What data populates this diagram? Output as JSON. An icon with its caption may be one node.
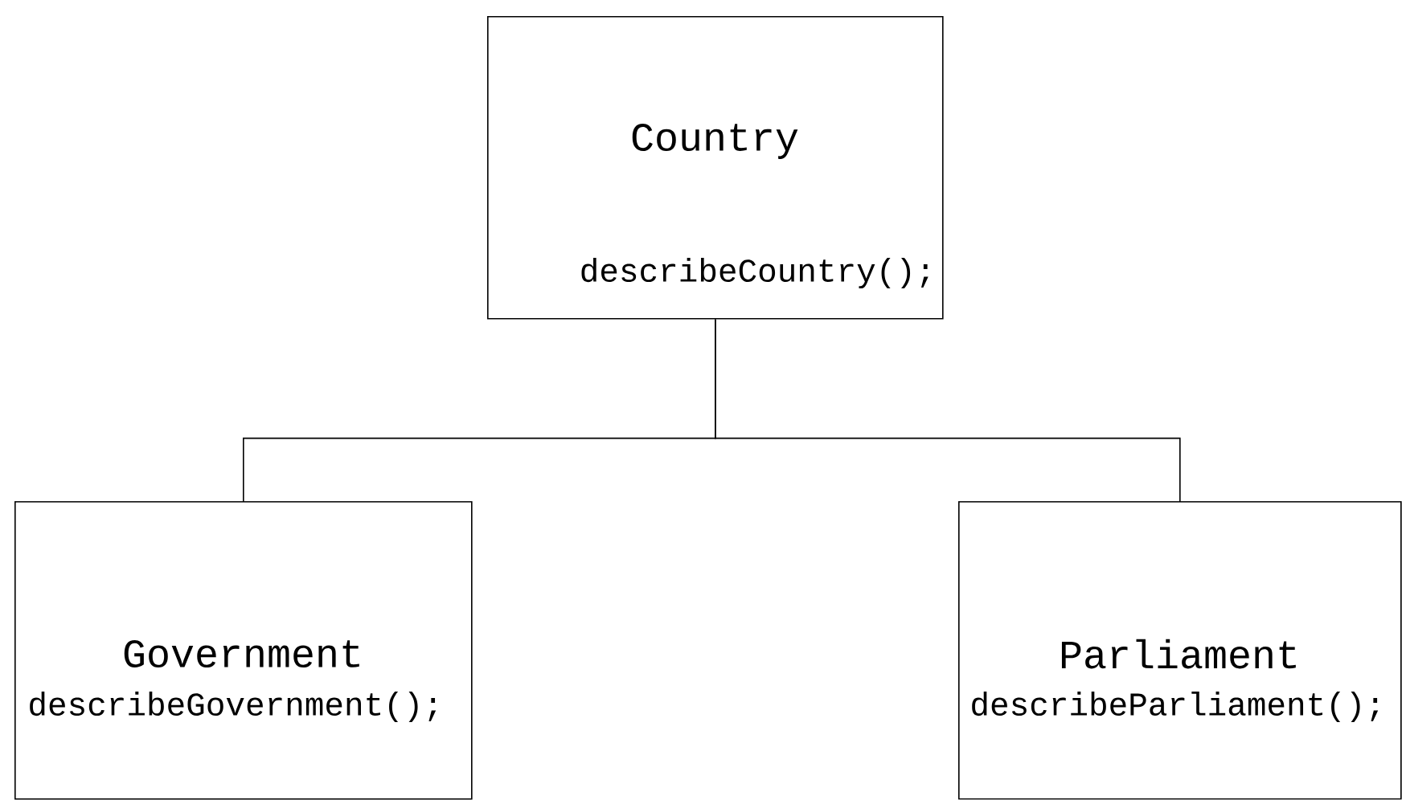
{
  "diagram": {
    "nodes": [
      {
        "text": [
          "Country",
          "describeCountry();"
        ]
      },
      {
        "text": [
          "Government",
          "describeGovernment();"
        ]
      },
      {
        "text": [
          "Parliament",
          "describeParliament();"
        ]
      }
    ],
    "edges": [
      {
        "from": 0,
        "to": 1,
        "arrow": "none"
      },
      {
        "from": 0,
        "to": 2,
        "arrow": "none"
      }
    ]
  }
}
